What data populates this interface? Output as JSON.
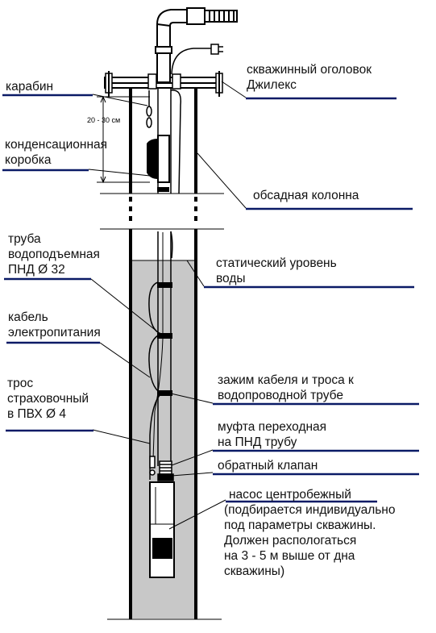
{
  "diagram": {
    "colors": {
      "water": "#c8c8c8",
      "ink": "#000000",
      "underline": "#0a1a66",
      "pump": "#ffffff"
    },
    "labels": {
      "wellhead": [
        "скважинный оголовок",
        "Джилекс"
      ],
      "carabiner": [
        "карабин"
      ],
      "dimension": "20 - 30 см",
      "condensation_box": [
        "конденсационная",
        "коробка"
      ],
      "casing": [
        "обсадная колонна"
      ],
      "riser_pipe": [
        "труба",
        "водоподъемная",
        "ПНД Ø 32"
      ],
      "static_level": [
        "статический уровень",
        "воды"
      ],
      "power_cable": [
        "кабель",
        "электропитания"
      ],
      "cable_clamp": [
        "зажим кабеля и троса к",
        "водопроводной трубе"
      ],
      "safety_rope": [
        "трос",
        "страховочный",
        "в ПВХ Ø 4"
      ],
      "adapter": [
        "муфта переходная",
        "на ПНД трубу"
      ],
      "check_valve": [
        "обратный клапан"
      ],
      "pump": [
        "насос центробежный",
        "(подбирается индивидуально",
        "под параметры скважины.",
        "Должен распологаться",
        "на 3 - 5 м выше от дна",
        "скважины)"
      ]
    }
  }
}
